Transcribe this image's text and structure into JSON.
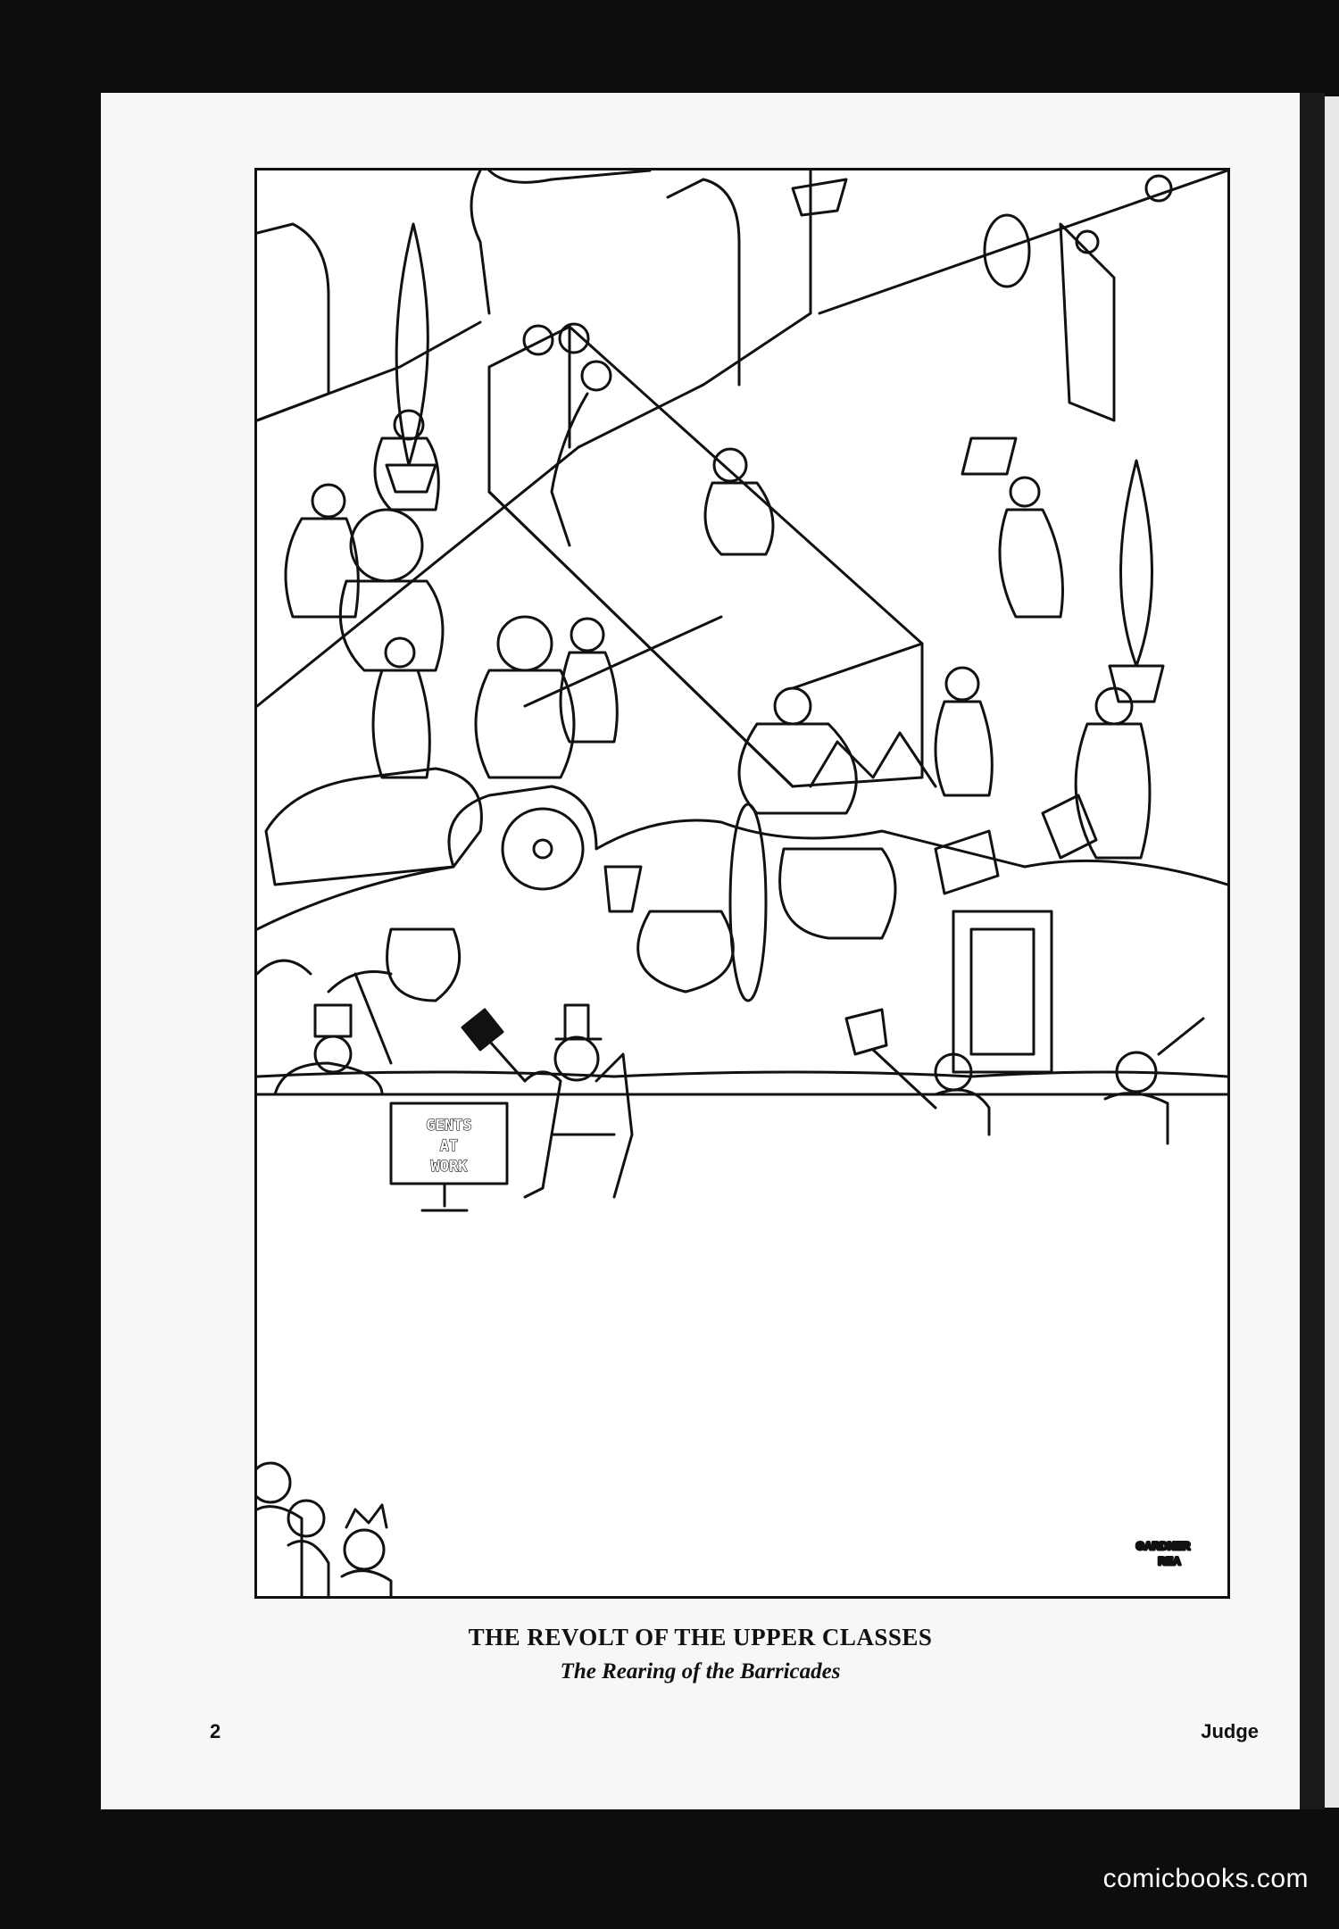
{
  "illustration": {
    "sign_lines": [
      "GENTS",
      "AT",
      "WORK"
    ],
    "signature_lines": [
      "GARDNER",
      "REA"
    ]
  },
  "caption": {
    "title": "THE REVOLT OF THE UPPER CLASSES",
    "subtitle": "The Rearing of the Barricades"
  },
  "footer": {
    "page_number": "2",
    "magazine": "Judge"
  },
  "watermark": "comicbooks.com"
}
